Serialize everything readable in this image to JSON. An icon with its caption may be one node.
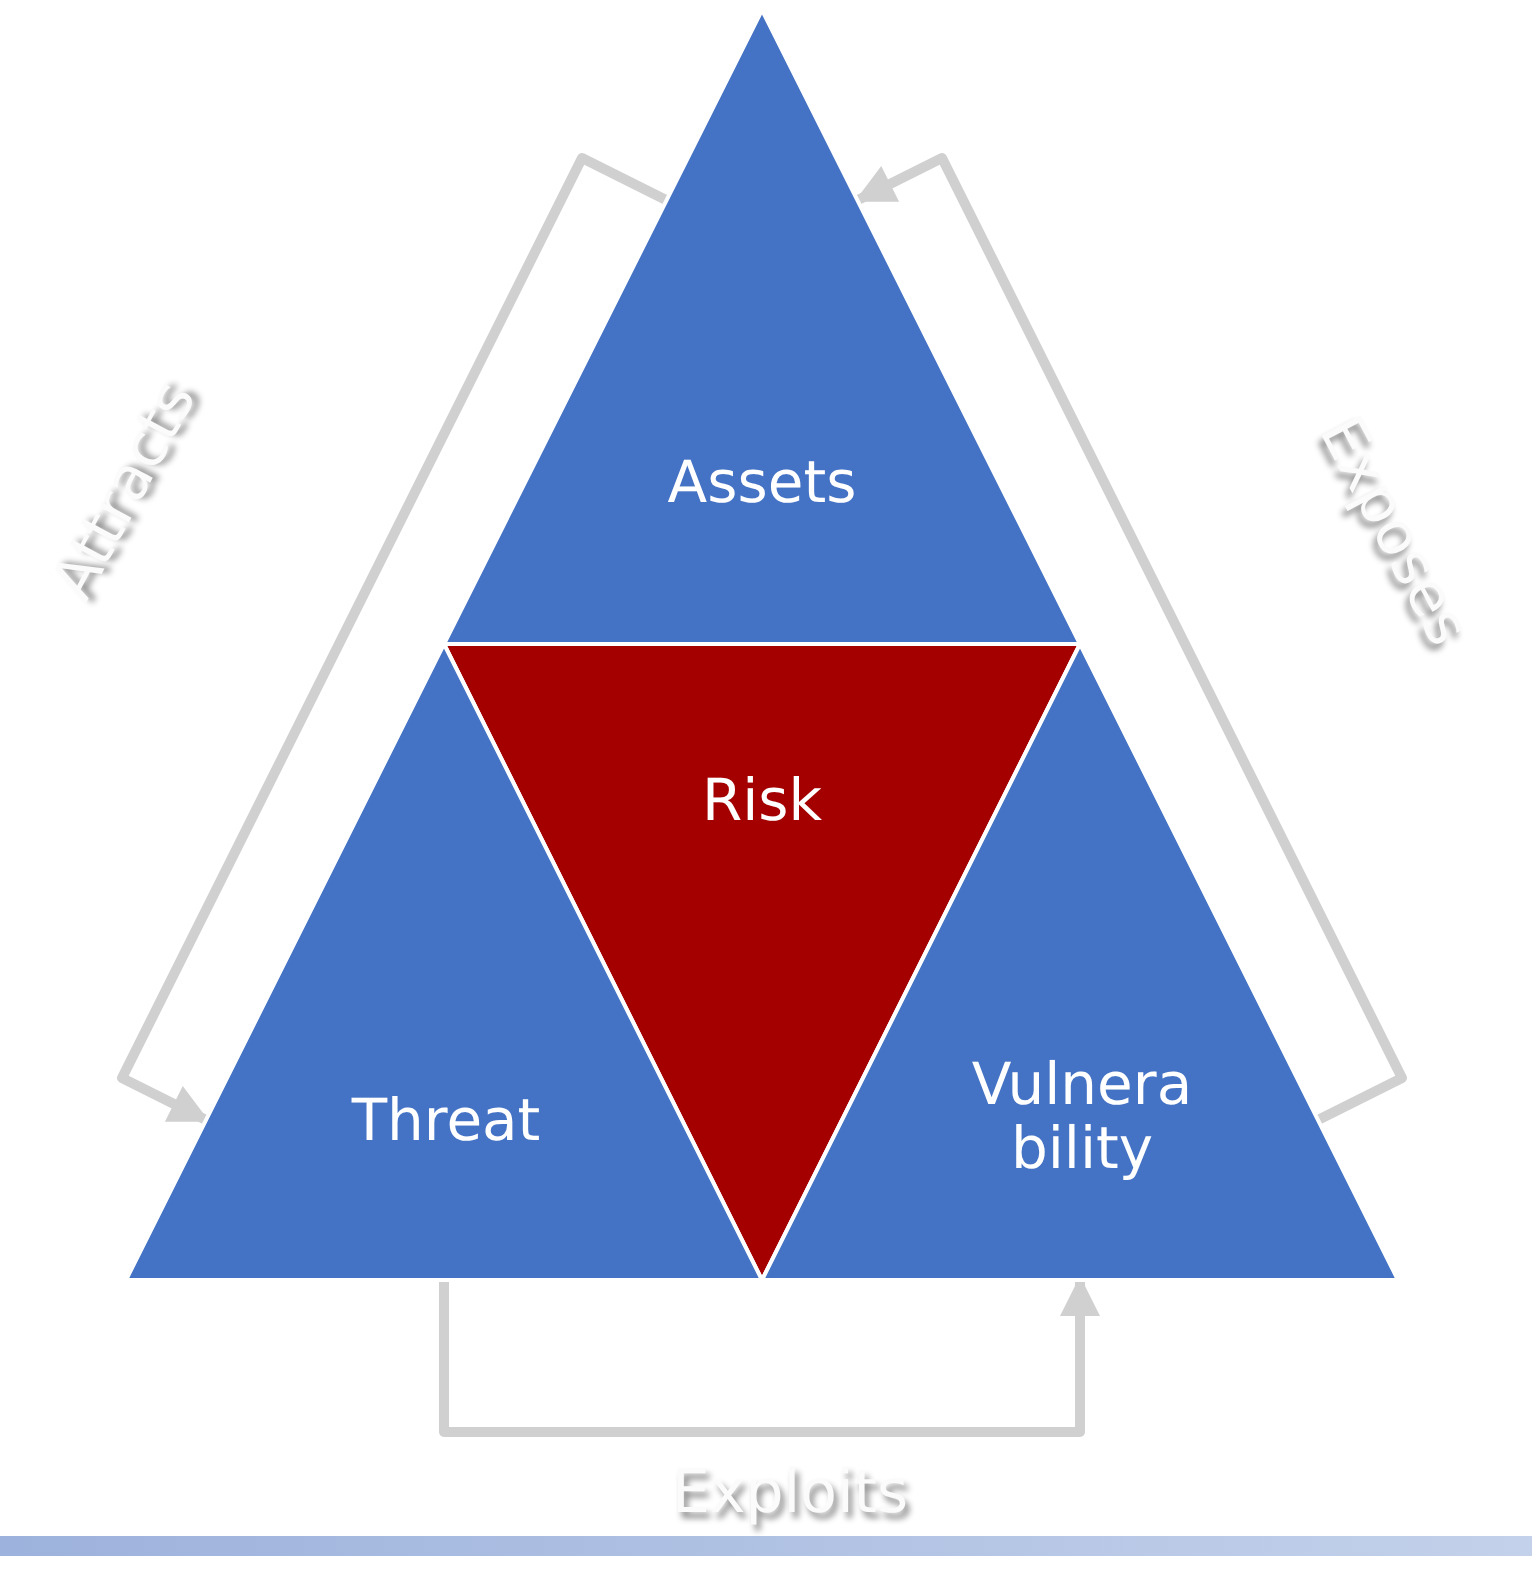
{
  "diagram": {
    "nodes": [
      {
        "text": [
          "Assets"
        ]
      },
      {
        "text": [
          "Risk"
        ]
      },
      {
        "text": [
          "Threat"
        ]
      },
      {
        "text": [
          "Vulnera bility"
        ]
      }
    ],
    "edges": [
      {
        "from": 0,
        "to": 2,
        "arrow": "to",
        "label": "Attracts"
      },
      {
        "from": 3,
        "to": 0,
        "arrow": "to",
        "label": "Exposes"
      },
      {
        "from": 2,
        "to": 3,
        "arrow": "to",
        "label": "Exploits"
      }
    ]
  }
}
